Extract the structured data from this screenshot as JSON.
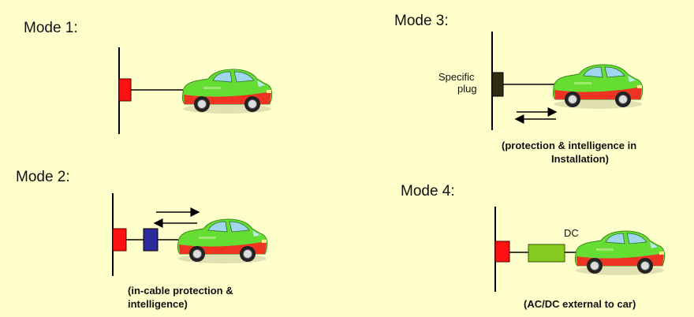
{
  "modes": [
    {
      "title": "Mode 1:"
    },
    {
      "title": "Mode 2:",
      "note_line1": "(in-cable protection &",
      "note_line2": "intelligence)"
    },
    {
      "title": "Mode 3:",
      "plug_line1": "Specific",
      "plug_line2": "plug",
      "note_line1": "(protection & intelligence in",
      "note_line2": "Installation)"
    },
    {
      "title": "Mode 4:",
      "dc_label": "DC",
      "note": "(AC/DC external to car)"
    }
  ],
  "colors": {
    "background": "#ffffcc",
    "socket_red": "#ff1111",
    "control_box_blue": "#2a2a9a",
    "specific_plug": "#2d2d12",
    "converter_green": "#88cc22",
    "car_body": "#66dd33",
    "car_lower": "#ee3322"
  }
}
